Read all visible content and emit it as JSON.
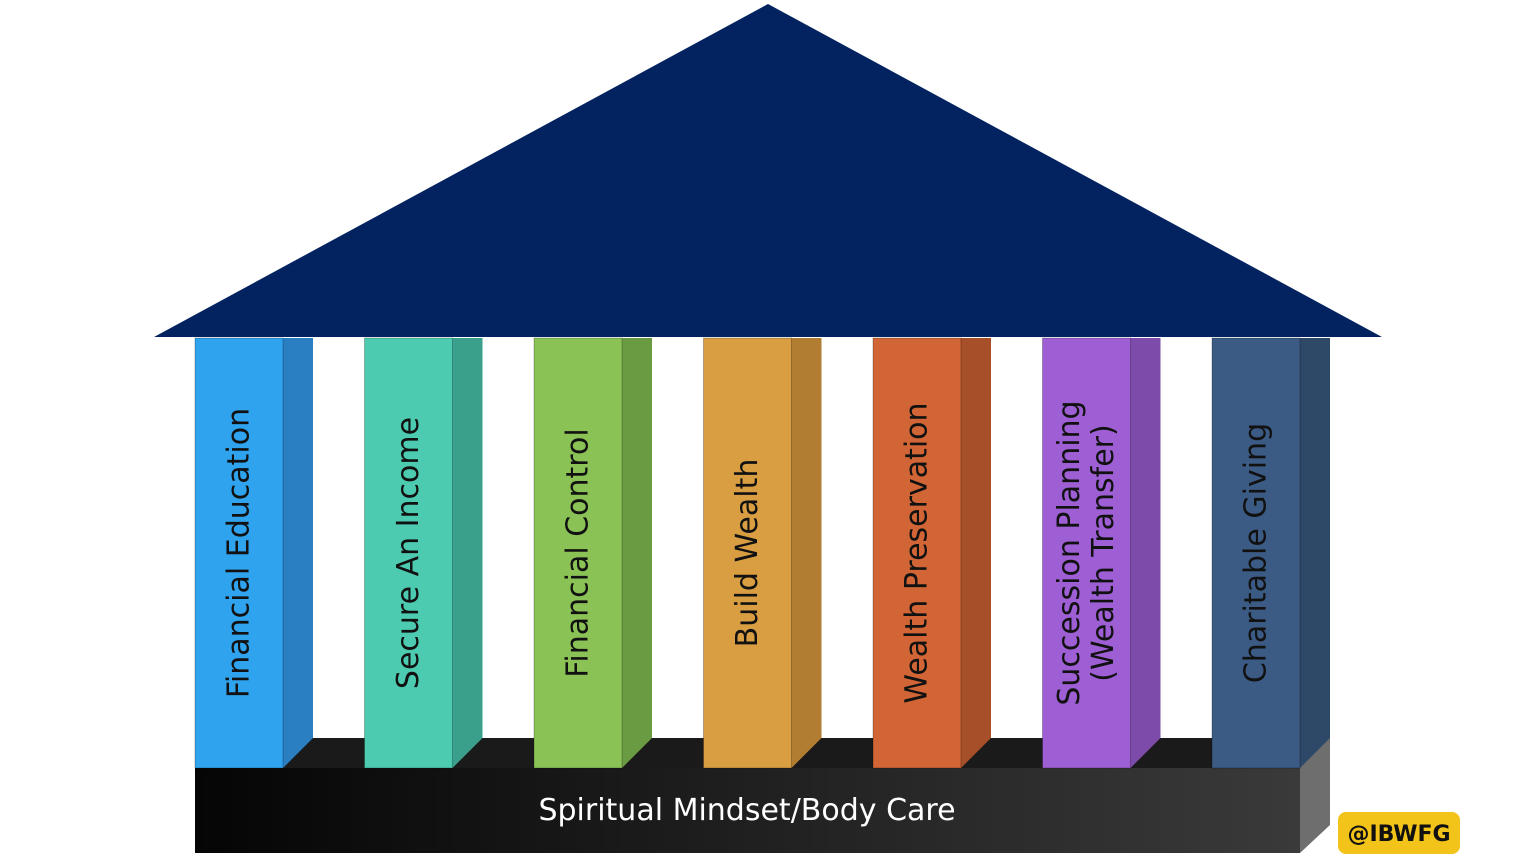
{
  "roof": {
    "color": "#022260"
  },
  "pillars": [
    {
      "lines": [
        "Financial Education"
      ],
      "front": "#2fa3ee",
      "side": "#2a7fc2"
    },
    {
      "lines": [
        "Secure An Income"
      ],
      "front": "#4ccbb0",
      "side": "#3aa08b"
    },
    {
      "lines": [
        "Financial Control"
      ],
      "front": "#8bc256",
      "side": "#6a9a42"
    },
    {
      "lines": [
        "Build Wealth"
      ],
      "front": "#d99e42",
      "side": "#b07d33"
    },
    {
      "lines": [
        "Wealth Preservation"
      ],
      "front": "#d16535",
      "side": "#a74f29"
    },
    {
      "lines": [
        "Succession Planning",
        "(Wealth Transfer)"
      ],
      "front": "#9e5fd5",
      "side": "#7d4ba9"
    },
    {
      "lines": [
        "Charitable Giving"
      ],
      "front": "#3b5a84",
      "side": "#2e4868"
    }
  ],
  "base": {
    "label": "Spiritual Mindset/Body Care"
  },
  "tag": {
    "label": "@IBWFG",
    "color": "#f2c318"
  }
}
